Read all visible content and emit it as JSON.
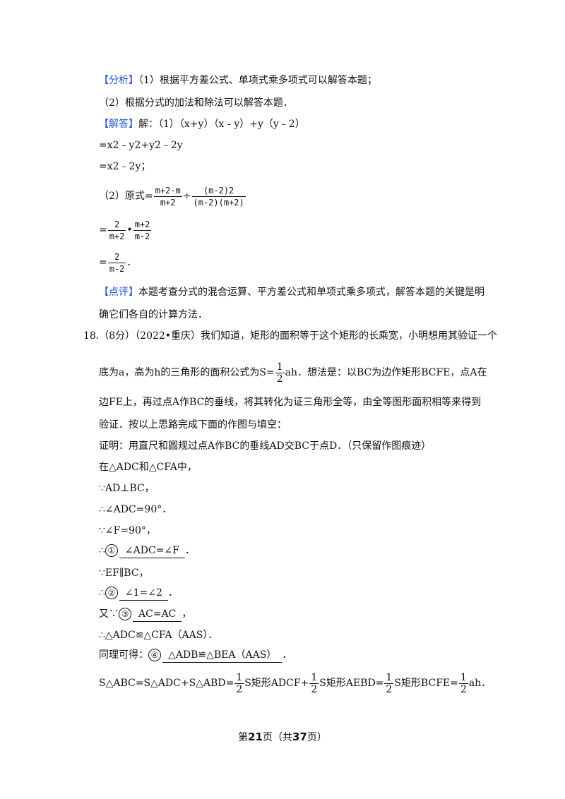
{
  "analysis": {
    "tag": "【分析】",
    "line1": "（1）根据平方差公式、单项式乘多项式可以解答本题；",
    "line2": "（2）根据分式的加法和除法可以解答本题．"
  },
  "answer": {
    "tag": "【解答】",
    "line1": "解：（1）（x+y）（x﹣y）+y（y﹣2）",
    "line2": "=x2﹣y2+y2﹣2y",
    "line3": "=x2﹣2y；",
    "line4_prefix": "（2）原式=",
    "f1_num": "m+2-m",
    "f1_den": "m+2",
    "div": "÷",
    "f2_num": "(m-2)2",
    "f2_den": "(m-2)(m+2)",
    "l5_eq": "=",
    "f3_num": "2",
    "f3_den": "m+2",
    "dot": "•",
    "f4_num": "m+2",
    "f4_den": "m-2",
    "l6_eq": "=",
    "f5_num": "2",
    "f5_den": "m-2",
    "l6_end": "．"
  },
  "comment": {
    "tag": "【点评】",
    "line1": "本题考查分式的混合运算、平方差公式和单项式乘多项式，解答本题的关键是明",
    "line2": "确它们各自的计算方法．"
  },
  "q18": {
    "line1": "18.（8分）（2022•重庆）我们知道，矩形的面积等于这个矩形的长乘宽，小明想用其验证一个",
    "line2_a": "底为a，高为h的三角形的面积公式为S=",
    "line2_fn": "1",
    "line2_fd": "2",
    "line2_b": "ah．想法是：以BC为边作矩形BCFE，点A在",
    "line3": "边FE上，再过点A作BC的垂线，将其转化为证三角形全等，由全等图形面积相等来得到",
    "line4": "验证．按以上思路完成下面的作图与填空：",
    "line5": "证明：用直尺和圆规过点A作BC的垂线AD交BC于点D．（只保留作图痕迹）",
    "line6": "在△ADC和△CFA中，",
    "line7": "∵AD⊥BC，",
    "line8": "∴∠ADC=90°．",
    "line9": "∵∠F=90°，",
    "line10_pre": "∴",
    "c1": "①",
    "blank1": "∠ADC=∠F",
    "line10_end": "．",
    "line11": "∵EF∥BC，",
    "line12_pre": "∴",
    "c2": "②",
    "blank2": "∠1=∠2",
    "line12_end": "．",
    "line13_pre": "又∵",
    "c3": "③",
    "blank3": "AC=AC",
    "line13_end": "，",
    "line14": "∴△ADC≌△CFA（AAS）．",
    "line15_pre": "同理可得：",
    "c4": "④",
    "blank4": "△ADB≌△BEA（AAS）",
    "line15_end": "．",
    "last_a": "S△ABC=S△ADC+S△ABD=",
    "half": "1",
    "two": "2",
    "last_b": "S矩形ADCF+",
    "last_c": "S矩形AEBD=",
    "last_d": "S矩形BCFE=",
    "last_e": "ah．"
  },
  "footer": {
    "pre": "第",
    "page": "21",
    "mid": "页（共",
    "total": "37",
    "post": "页）"
  }
}
